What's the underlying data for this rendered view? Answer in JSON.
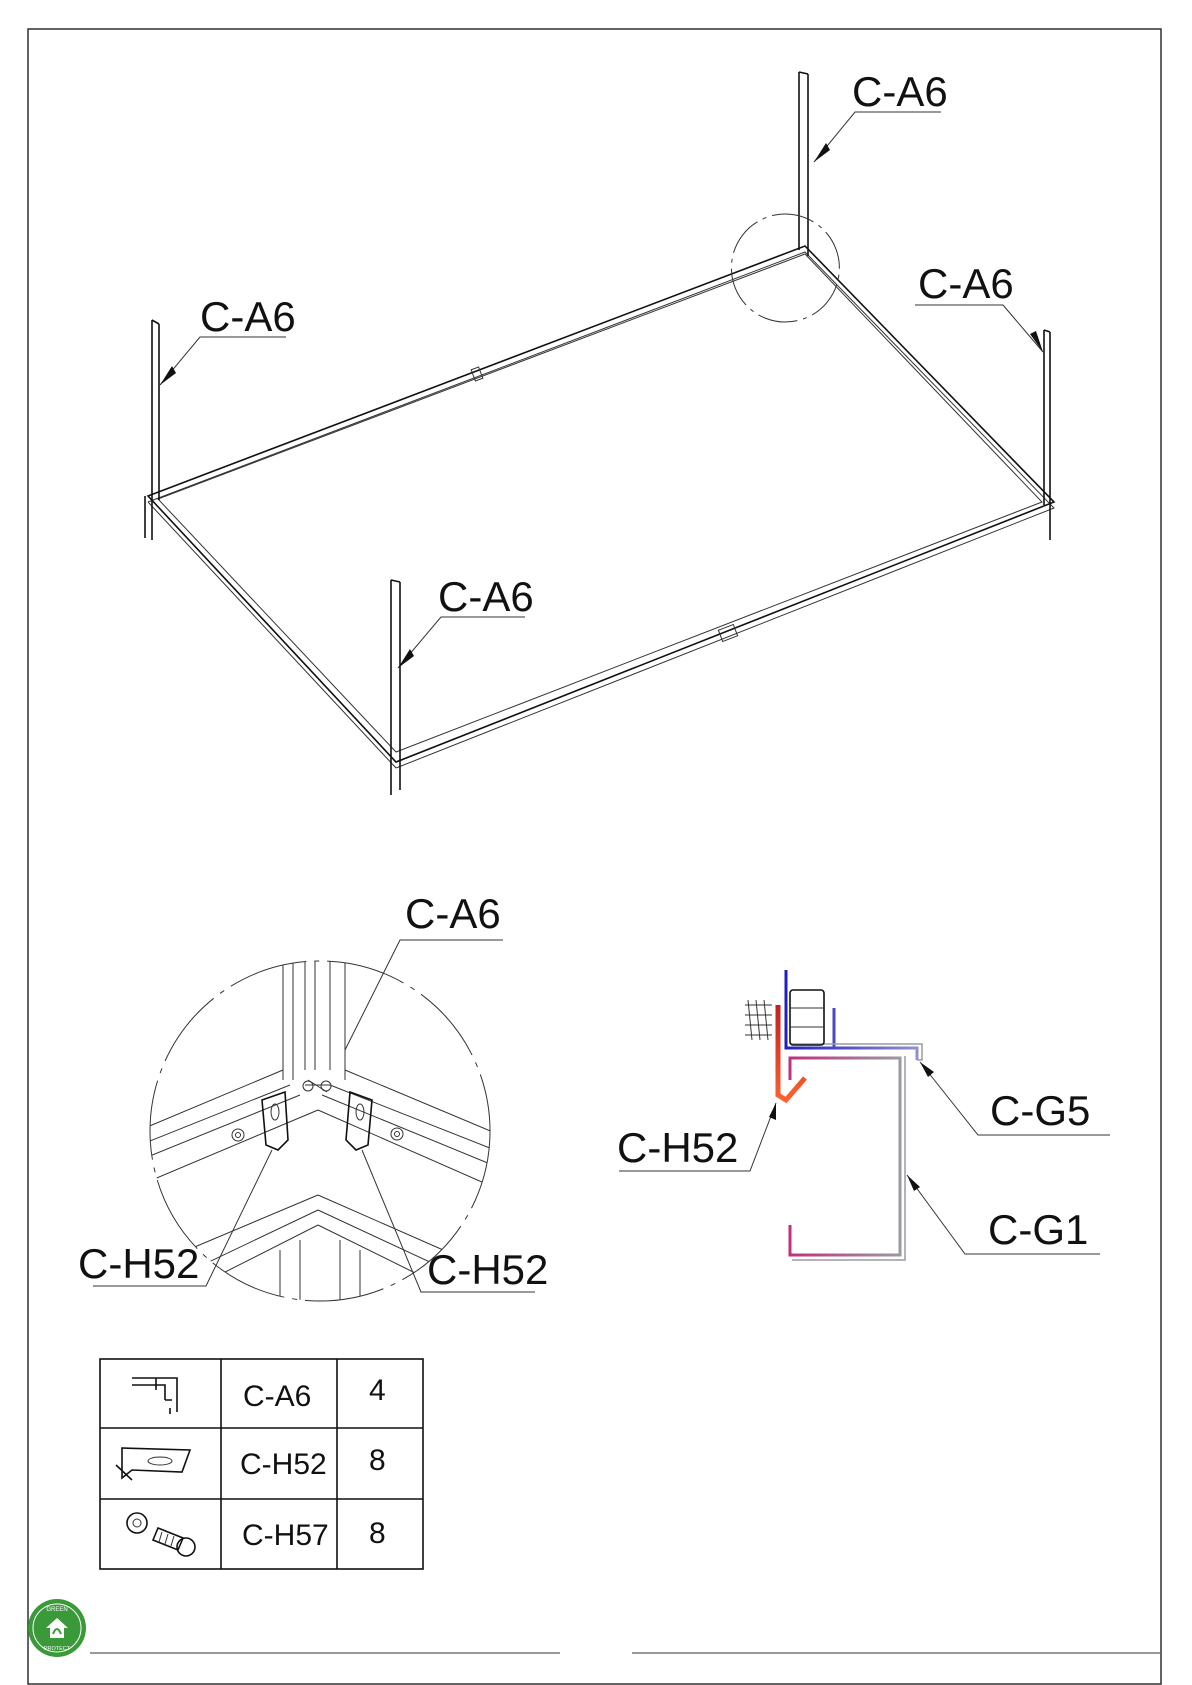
{
  "overview": {
    "labels": [
      {
        "text": "C-A6"
      },
      {
        "text": "C-A6"
      },
      {
        "text": "C-A6"
      },
      {
        "text": "C-A6"
      }
    ]
  },
  "corner_detail": {
    "labels": [
      {
        "text": "C-A6"
      },
      {
        "text": "C-H52"
      },
      {
        "text": "C-H52"
      }
    ]
  },
  "section_detail": {
    "labels": [
      {
        "text": "C-G5"
      },
      {
        "text": "C-H52"
      },
      {
        "text": "C-G1"
      }
    ],
    "colors": {
      "c_h52": "#e04020",
      "c_g5": "#2020c0",
      "c_g1": "#c03080"
    }
  },
  "parts_table": {
    "rows": [
      {
        "icon": "angle-profile-icon",
        "code": "C-A6",
        "qty": "4"
      },
      {
        "icon": "bracket-icon",
        "code": "C-H52",
        "qty": "8"
      },
      {
        "icon": "nut-bolt-icon",
        "code": "C-H57",
        "qty": "8"
      }
    ]
  },
  "logo": {
    "text_top": "GREEN",
    "text_bottom": "PROTECT",
    "color": "#3a9a3a"
  }
}
